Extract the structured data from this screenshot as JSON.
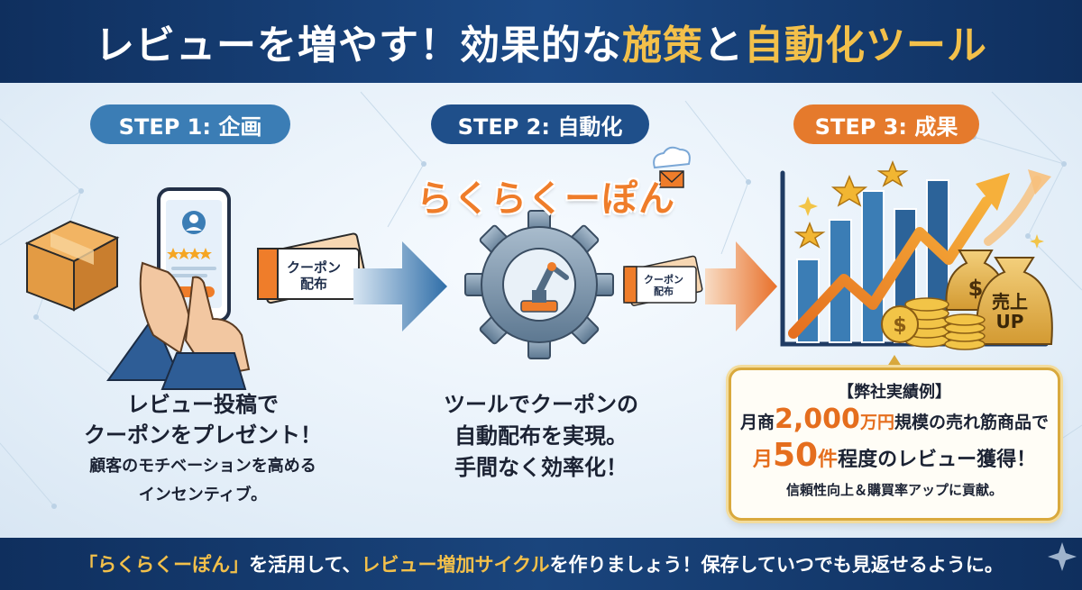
{
  "header": {
    "title_part1": "レビューを増やす！効果的な",
    "title_gold1": "施策",
    "title_part2": "と",
    "title_gold2": "自動化ツール"
  },
  "steps": [
    {
      "label": "STEP 1: 企画",
      "coupon_text": "クーポン\n配布",
      "desc_main": [
        "レビュー投稿で",
        "クーポンをプレゼント！"
      ],
      "desc_sub": [
        "顧客のモチベーションを高める",
        "インセンティブ。"
      ]
    },
    {
      "label": "STEP 2: 自動化",
      "brand": "らくらくーぽん",
      "coupon_text": "クーポン\n配布",
      "desc": [
        "ツールでクーポンの",
        "自動配布を実現。",
        "手間なく効率化！"
      ]
    },
    {
      "label": "STEP 3: 成果",
      "bag_text": "売上\nUP",
      "result": {
        "heading": "【弊社実績例】",
        "line2_prefix": "月商",
        "line2_value": "2,000",
        "line2_unit": "万円",
        "line2_suffix": "規模の売れ筋商品で",
        "line3_prefix": "月",
        "line3_value": "50",
        "line3_unit": "件",
        "line3_suffix": "程度のレビュー獲得！",
        "line4": "信頼性向上＆購買率アップに貢献。"
      }
    }
  ],
  "footer": {
    "gold1": "「らくらくーぽん」",
    "text1": "を活用して、",
    "gold2": "レビュー増加サイクル",
    "text2": "を作りましょう！保存していつでも見返せるように。"
  },
  "colors": {
    "navy": "#0f2f5e",
    "gold": "#f3c04a",
    "orange": "#e57a2c",
    "blue": "#3b7db5"
  }
}
